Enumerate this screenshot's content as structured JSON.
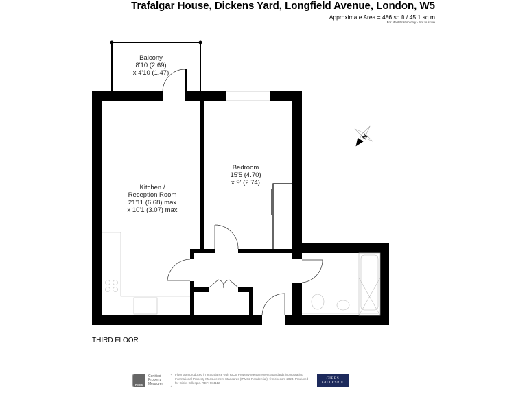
{
  "header": {
    "title": "Trafalgar House, Dickens Yard, Longfield Avenue, London, W5",
    "area": "Approximate Area = 486 sq ft / 45.1 sq m",
    "note": "For identification only - Not to scale"
  },
  "rooms": {
    "balcony": {
      "name": "Balcony",
      "dim1": "8'10 (2.69)",
      "dim2": "x 4'10 (1.47)"
    },
    "bedroom": {
      "name": "Bedroom",
      "dim1": "15'5 (4.70)",
      "dim2": "x 9' (2.74)"
    },
    "kitchen": {
      "name": "Kitchen /",
      "name2": "Reception Room",
      "dim1": "21'11 (6.68) max",
      "dim2": "x 10'1 (3.07) max"
    }
  },
  "compass": {
    "label": "N",
    "icon": "compass-north-arrow-icon"
  },
  "floor_label": "THIRD FLOOR",
  "footer": {
    "rics_badge": {
      "logo": "RICS",
      "line1": "Certified",
      "line2": "Property",
      "line3": "Measurer"
    },
    "disclaimer": "Floor plan produced in accordance with RICS Property Measurement Standards incorporating International Property Measurement Standards (IPMS2 Residential). © nichecom 2023. Produced for Gibbs Gillespie.   REF: 984112",
    "brand_line1": "GIBBS",
    "brand_line2": "GILLESPIE",
    "brand_color": "#1d2a5c"
  }
}
